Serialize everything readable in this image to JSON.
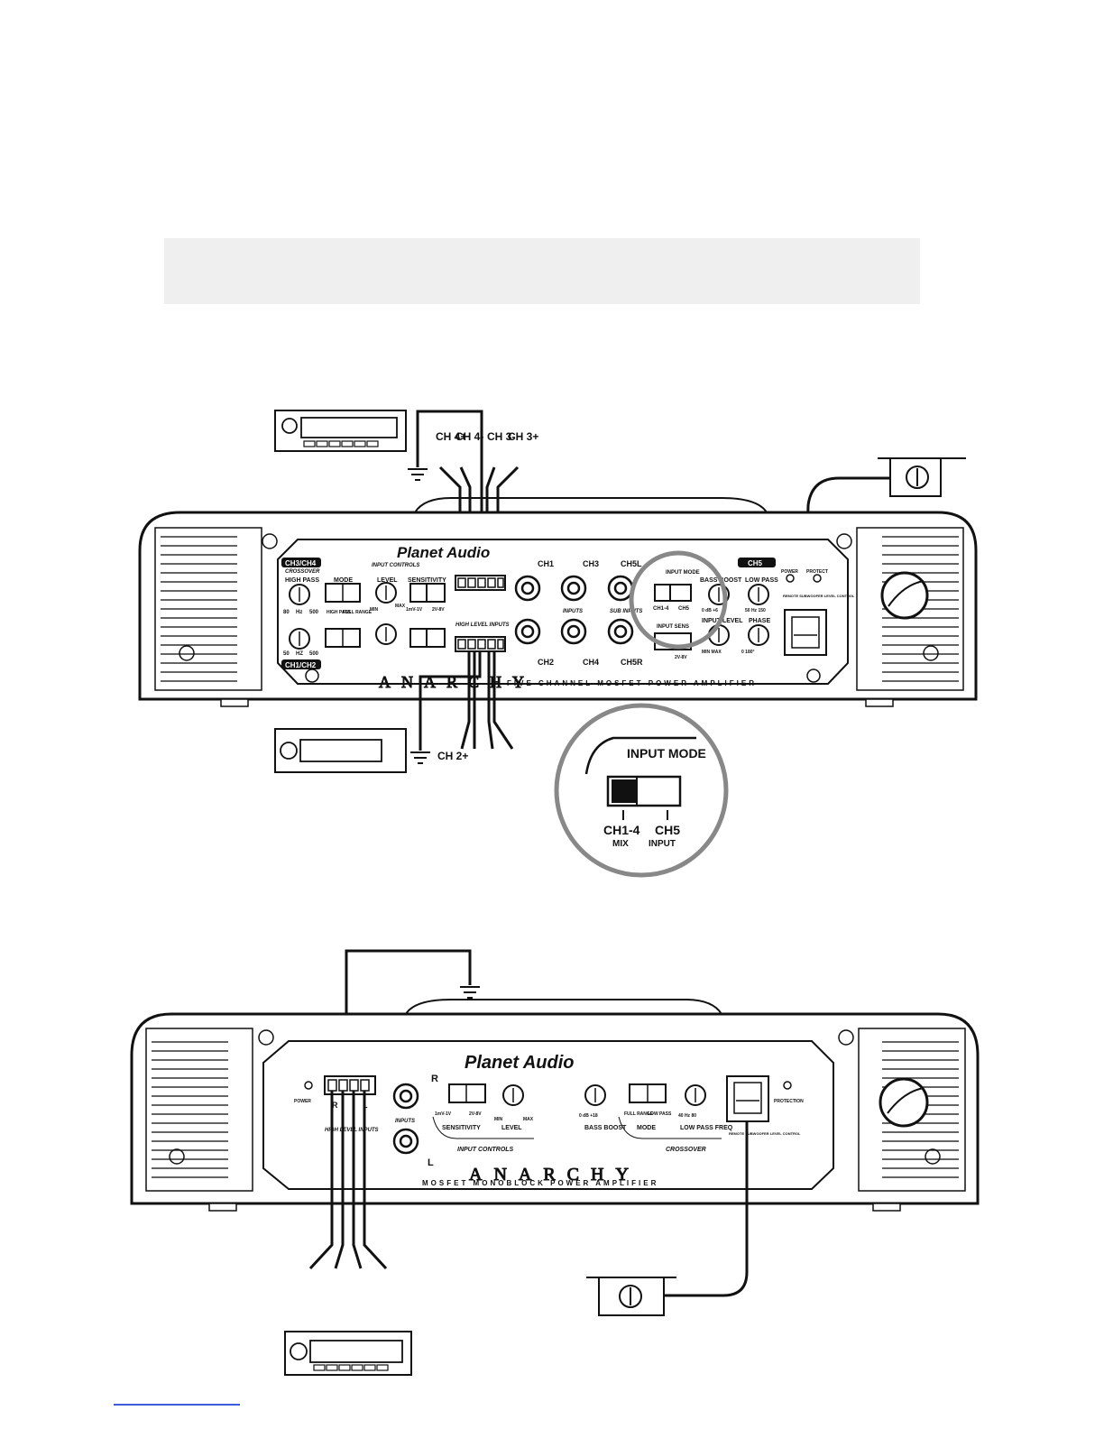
{
  "amp5": {
    "brand": "Planet Audio",
    "model": "ANARCHY",
    "subtitle": "FIVE CHANNEL MOSFET POWER AMPLIFIER",
    "group_ch3ch4": "CH3/CH4",
    "group_ch1ch2": "CH1/CH2",
    "group_ch5": "CH5",
    "crossover": "CROSSOVER",
    "input_controls": "INPUT CONTROLS",
    "high_pass": "HIGH PASS",
    "mode": "MODE",
    "level": "LEVEL",
    "sensitivity": "SENSITIVITY",
    "hp_min": "80",
    "hp_hz": "Hz",
    "hp_max": "500",
    "hp2_min": "50",
    "hp2_hz": "HZ",
    "hp2_max": "500",
    "mode_high": "HIGH PASS",
    "mode_full": "FULL RANGE",
    "level_min": "MIN",
    "level_max": "MAX",
    "sens_low": "1mV-1V",
    "sens_high": "2V-8V",
    "high_level_inputs": "HIGH LEVEL INPUTS",
    "rca_ch1": "CH1",
    "rca_ch2": "CH2",
    "rca_ch3": "CH3",
    "rca_ch4": "CH4",
    "rca_ch5l": "CH5L",
    "rca_ch5r": "CH5R",
    "inputs": "INPUTS",
    "sub_inputs": "SUB INPUTS",
    "input_mode": "INPUT MODE",
    "input_mode_ch14": "CH1-4",
    "input_mode_mix": "MIX",
    "input_mode_ch5": "CH5",
    "input_mode_input": "INPUT",
    "input_sens": "INPUT SENS",
    "input_sens_values": "2V-8V",
    "bass_boost": "BASS BOOST",
    "bass_boost_range": "0   dB   +6",
    "low_pass": "LOW PASS",
    "low_pass_range": "50   Hz   150",
    "input_level": "INPUT LEVEL",
    "input_level_range": "MIN   MAX",
    "phase": "PHASE",
    "phase_range": "0   180°",
    "power": "POWER",
    "protect": "PROTECT",
    "remote": "REMOTE SUBWOOFER LEVEL CONTROL"
  },
  "wires_top": {
    "ch4_plus": "CH 4+",
    "ch4_minus": "CH 4-",
    "ch3_minus": "CH 3-",
    "ch3_plus": "CH 3+",
    "ch2_plus": "CH 2+"
  },
  "zoom": {
    "title": "INPUT MODE",
    "left_label": "CH1-4",
    "left_sub": "MIX",
    "right_label": "CH5",
    "right_sub": "INPUT"
  },
  "amp1": {
    "brand": "Planet Audio",
    "model": "ANARCHY",
    "subtitle": "MOSFET MONOBLOCK POWER AMPLIFIER",
    "power": "POWER",
    "protection": "PROTECTION",
    "high_level_inputs": "HIGH LEVEL INPUTS",
    "inputs": "INPUTS",
    "r": "R",
    "l": "L",
    "sensitivity": "SENSITIVITY",
    "sens_low": "1mV-1V",
    "sens_high": "2V-8V",
    "level": "LEVEL",
    "level_min": "MIN",
    "level_max": "MAX",
    "input_controls": "INPUT CONTROLS",
    "bass_boost": "BASS BOOST",
    "bass_boost_range": "0   dB   +18",
    "mode": "MODE",
    "mode_full": "FULL RANGE",
    "mode_low": "LOW PASS",
    "low_pass_freq": "LOW PASS FREQ",
    "lp_range": "40   Hz   80",
    "crossover": "CROSSOVER",
    "remote": "REMOTE SUBWOOFER LEVEL CONTROL",
    "hl_r": "R",
    "hl_l": "L"
  }
}
